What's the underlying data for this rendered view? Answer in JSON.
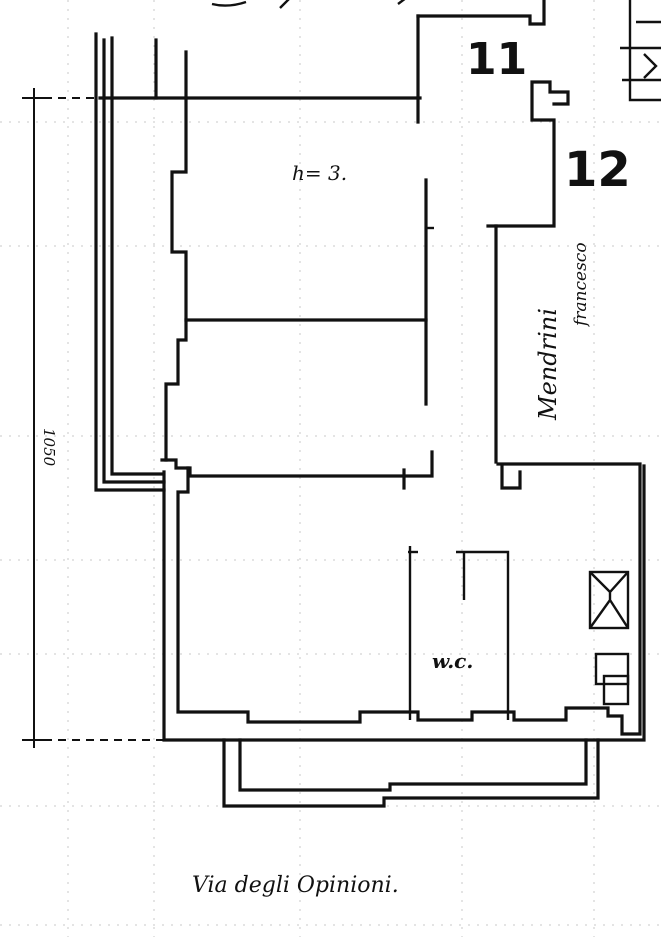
{
  "plan": {
    "unit_numbers": [
      "11",
      "12"
    ],
    "room_height_note": "h= 3.",
    "bathroom_label": "w.c.",
    "dimension_label": "1050",
    "neighbor_label": "Mendrini",
    "neighbor_label_2": "francesco",
    "street_label": "Via degli Opinioni."
  }
}
